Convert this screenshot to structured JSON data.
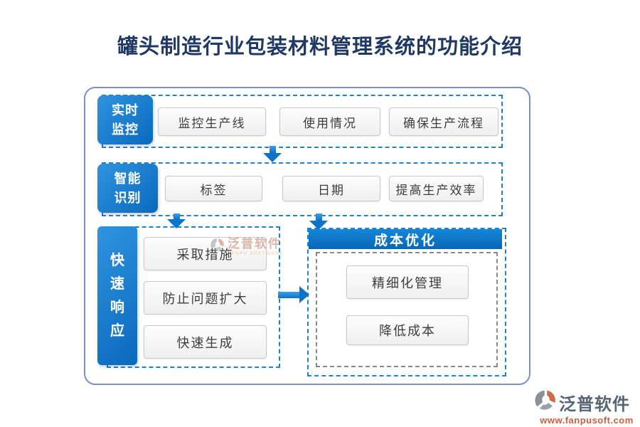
{
  "title": "罐头制造行业包装材料管理系统的功能介绍",
  "rows": [
    {
      "label": "实时监控",
      "label_lines": [
        "实时",
        "监控"
      ],
      "items": [
        "监控生产线",
        "使用情况",
        "确保生产流程"
      ]
    },
    {
      "label": "智能识别",
      "label_lines": [
        "智能",
        "识别"
      ],
      "items": [
        "标签",
        "日期",
        "提高生产效率"
      ]
    }
  ],
  "fast_response": {
    "label": "快速响应",
    "chars": [
      "快",
      "速",
      "响",
      "应"
    ],
    "items": [
      "采取措施",
      "防止问题扩大",
      "快速生成"
    ]
  },
  "cost_optimization": {
    "header": "成本优化",
    "items": [
      "精细化管理",
      "降低成本"
    ]
  },
  "center_watermark": {
    "name": "泛普软件",
    "subtitle": "FANPU SOFTWARE"
  },
  "footer_logo": {
    "name": "泛普软件",
    "url": "www.fanpusoft.com"
  },
  "colors": {
    "title": "#1F3864",
    "accent_blue": "#0F74C8",
    "dashed_blue": "#1E82D2",
    "container_border": "#7B90CB",
    "inner_dashed_gray": "#8A8A8A",
    "watermark_orange": "#B9745A",
    "logo_text": "#566676",
    "logo_url": "#CD5F45"
  }
}
